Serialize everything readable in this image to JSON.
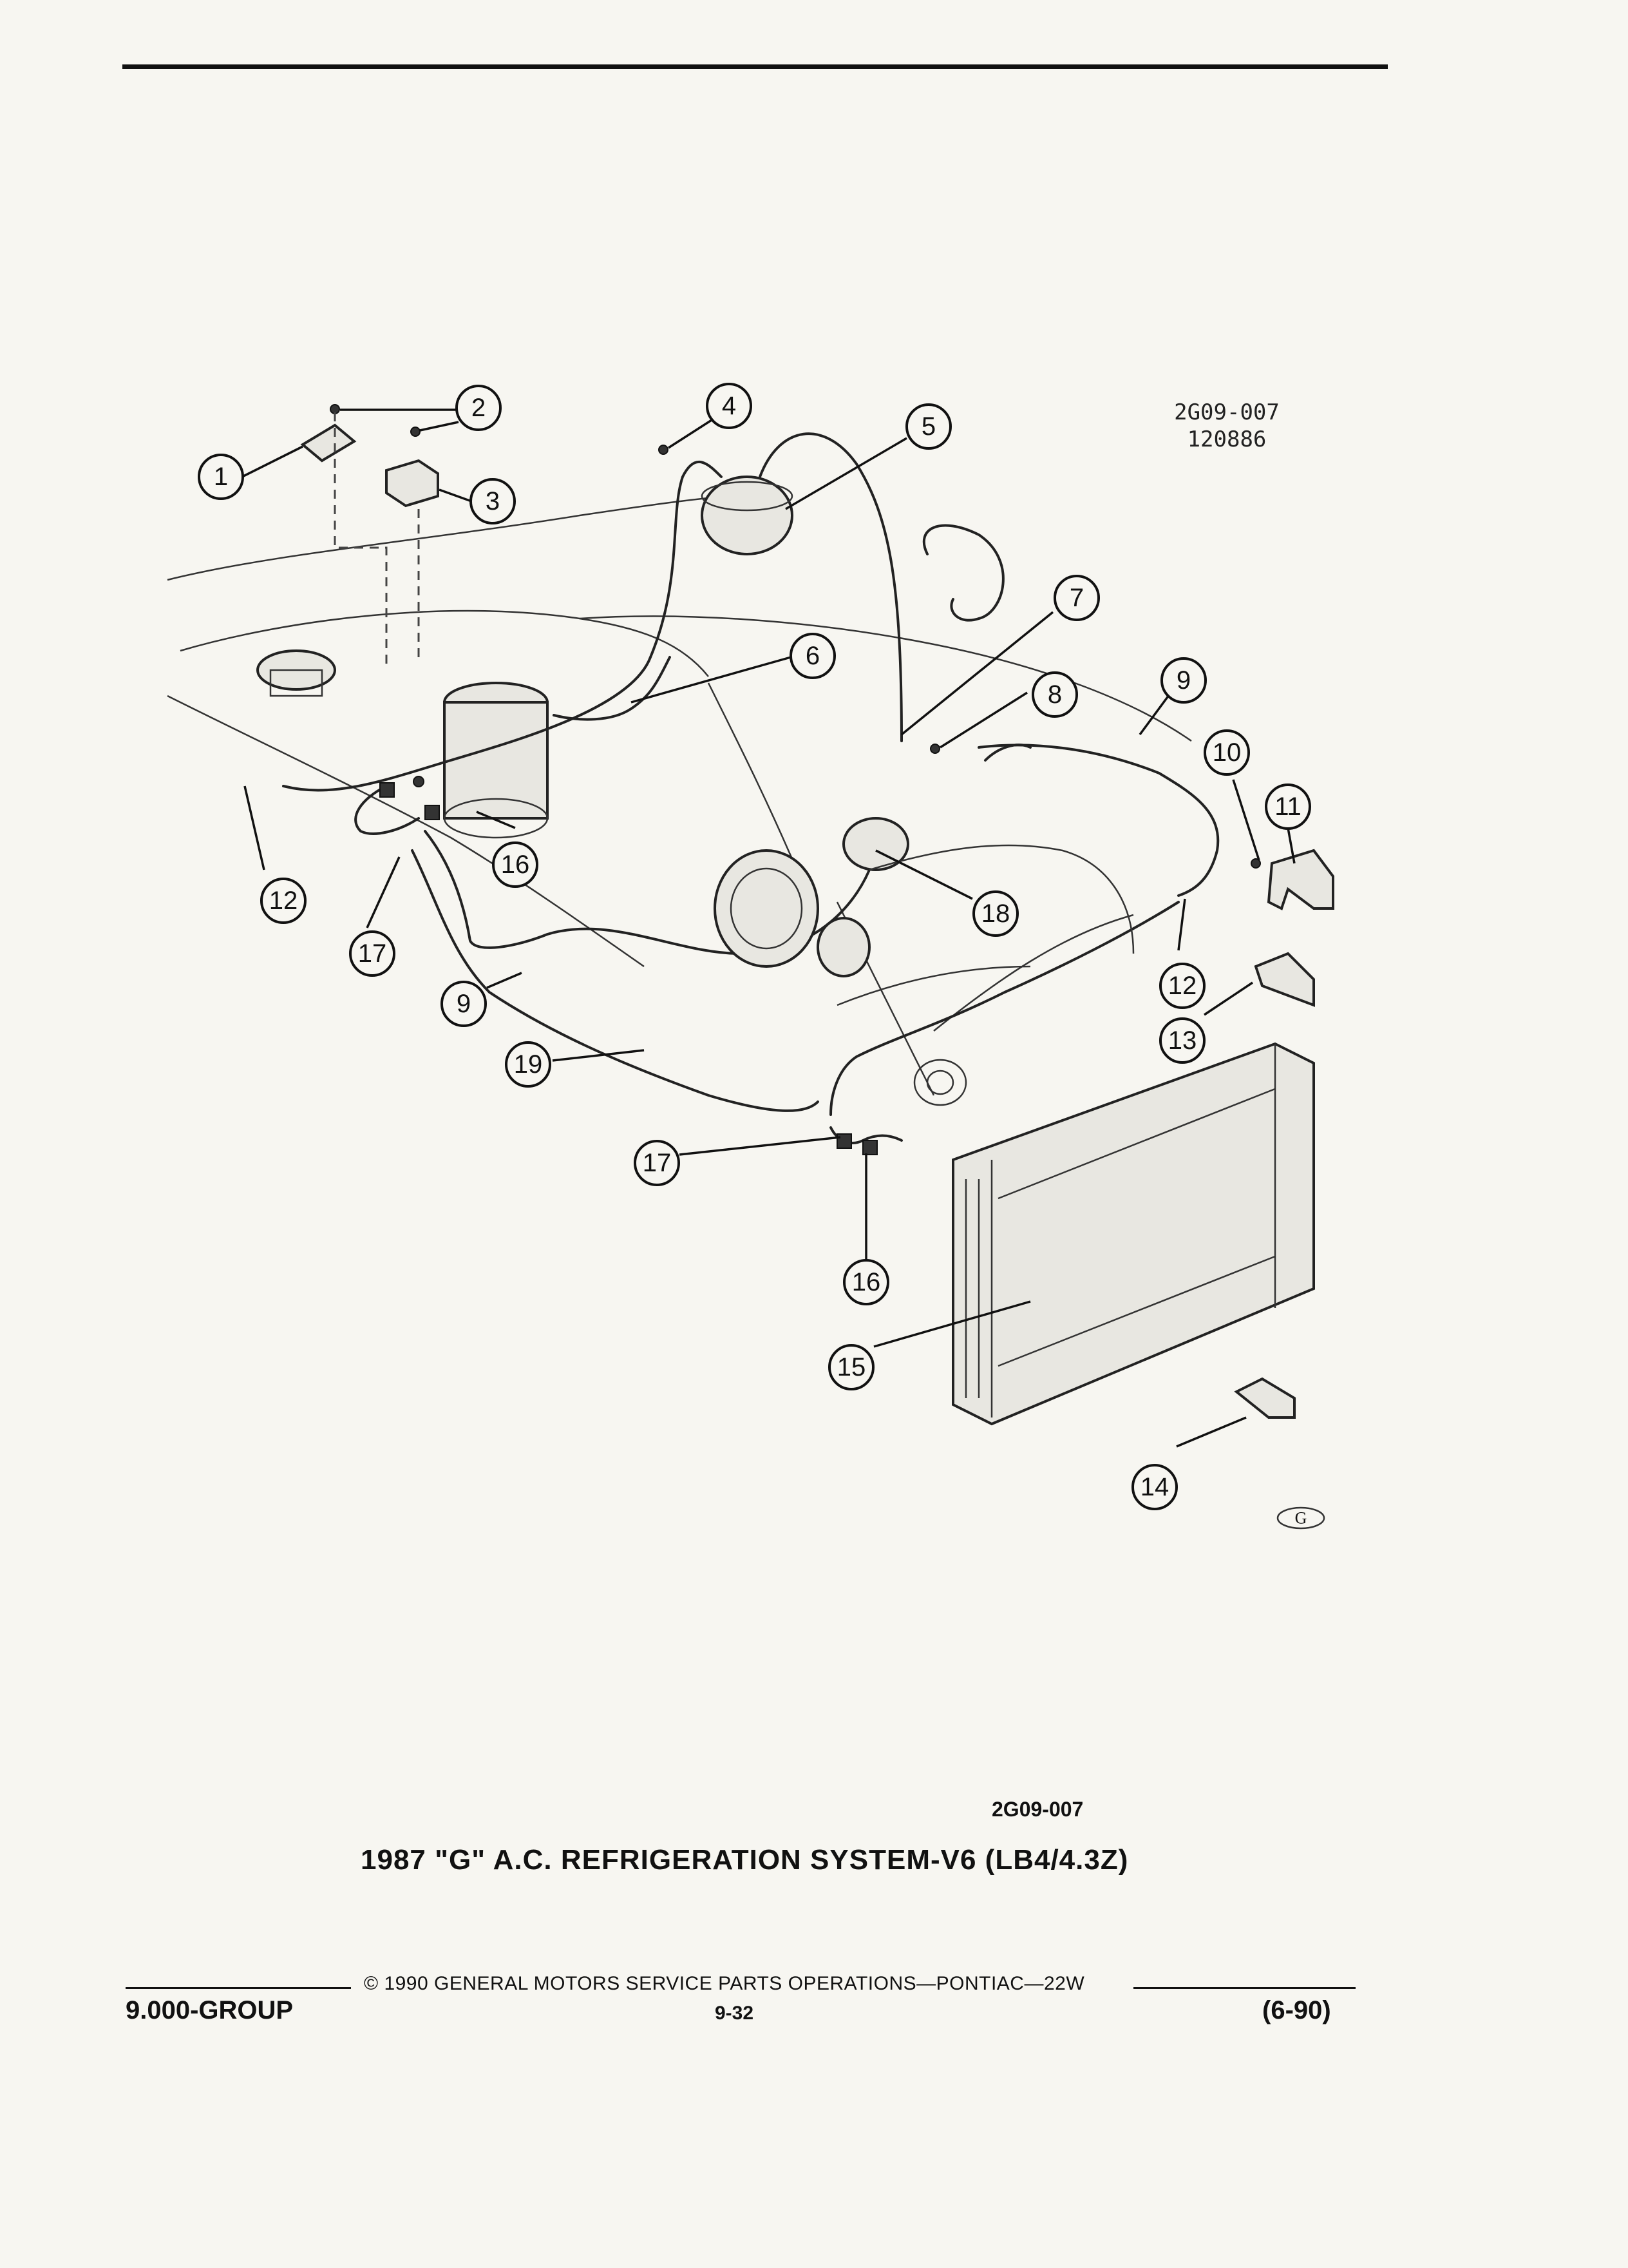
{
  "header": {
    "ref_code_line1": "2G09-007",
    "ref_code_line2": "120886"
  },
  "callouts": [
    "1",
    "2",
    "3",
    "4",
    "5",
    "6",
    "7",
    "8",
    "9",
    "10",
    "11",
    "12",
    "13",
    "14",
    "15",
    "16",
    "17",
    "18",
    "19"
  ],
  "caption": {
    "code": "2G09-007",
    "title": "1987 \"G\" A.C. REFRIGERATION SYSTEM-V6 (LB4/4.3Z)"
  },
  "footer": {
    "copyright": "© 1990 GENERAL MOTORS SERVICE PARTS OPERATIONS—PONTIAC—22W",
    "group": "9.000-GROUP",
    "page": "9-32",
    "date": "(6-90)"
  }
}
